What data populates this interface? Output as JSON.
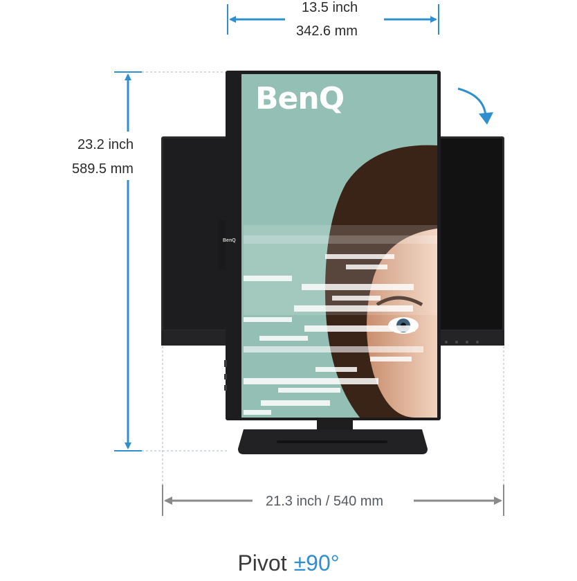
{
  "dimensions": {
    "top_width_inch": "13.5 inch",
    "top_width_mm": "342.6 mm",
    "height_inch": "23.2 inch",
    "height_mm": "589.5 mm",
    "bottom_width": "21.3 inch / 540 mm"
  },
  "screen_brand": "BenQ",
  "side_brand": "BenQ",
  "pivot": {
    "label": "Pivot",
    "angle": "±90°"
  },
  "colors": {
    "accent": "#2f8fce",
    "monitor_body": "#1d1d1f",
    "screen_bg": "#93bfb4"
  }
}
